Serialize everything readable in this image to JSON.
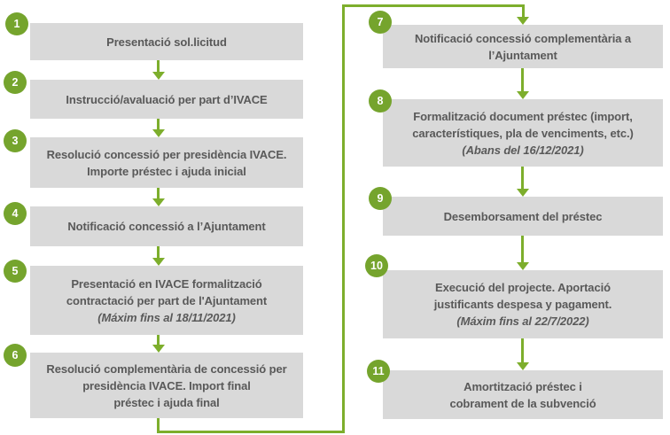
{
  "colors": {
    "circle_green": "#75a42d",
    "arrow_green": "#7dae2c",
    "box_gray": "#d9d9d9",
    "text_gray": "#595959",
    "background": "#ffffff"
  },
  "steps": [
    {
      "number": "1",
      "text": "Presentació sol.licitud"
    },
    {
      "number": "2",
      "text": "Instrucció/avaluació per part d’IVACE"
    },
    {
      "number": "3",
      "text": "Resolució concessió per presidència IVACE.\nImporte préstec i ajuda inicial"
    },
    {
      "number": "4",
      "text": "Notificació concessió a l’Ajuntament"
    },
    {
      "number": "5",
      "text": "Presentació en IVACE formalització\ncontractació per part de l'Ajuntament",
      "note": "(Máxim fins al 18/11/2021)"
    },
    {
      "number": "6",
      "text": "Resolució complementària de concessió per\npresidència IVACE. Import final\npréstec i ajuda final"
    },
    {
      "number": "7",
      "text": "Notificació concessió complementària a\nl’Ajuntament"
    },
    {
      "number": "8",
      "text": "Formalització document préstec (import,\ncaracterístiques, pla de venciments, etc.)",
      "note": "(Abans del 16/12/2021)"
    },
    {
      "number": "9",
      "text": "Desemborsament del préstec"
    },
    {
      "number": "10",
      "text": "Execució del projecte. Aportació\njustificants despesa y pagament.",
      "note": "(Máxim fins al 22/7/2022)"
    },
    {
      "number": "11",
      "text": "Amortització préstec i\ncobrament de la subvenció"
    }
  ]
}
